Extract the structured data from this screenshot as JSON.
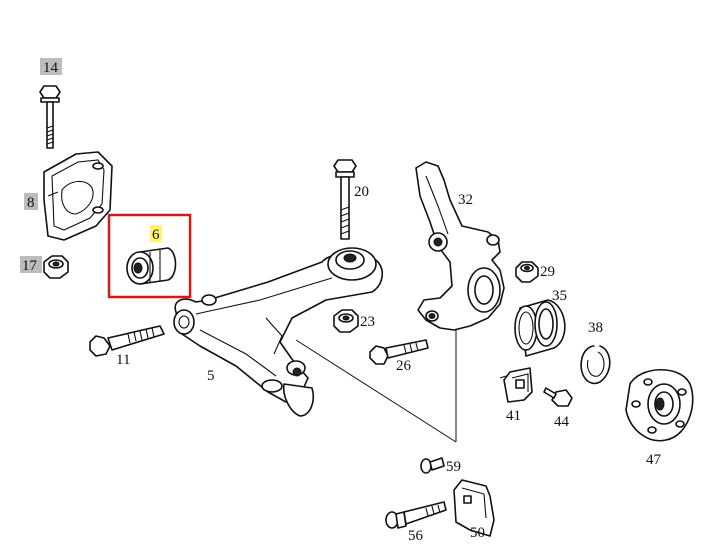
{
  "diagram": {
    "labels": {
      "l14": "14",
      "l8": "8",
      "l17": "17",
      "l6": "6",
      "l11": "11",
      "l5": "5",
      "l20": "20",
      "l23": "23",
      "l26": "26",
      "l32": "32",
      "l29": "29",
      "l35": "35",
      "l38": "38",
      "l41": "41",
      "l44": "44",
      "l47": "47",
      "l59": "59",
      "l56": "56",
      "l50": "50"
    },
    "colors": {
      "highlight_box": "#d01c1c",
      "label_highlight": "#fff36b",
      "label_tag": "#bcbcbc"
    }
  }
}
